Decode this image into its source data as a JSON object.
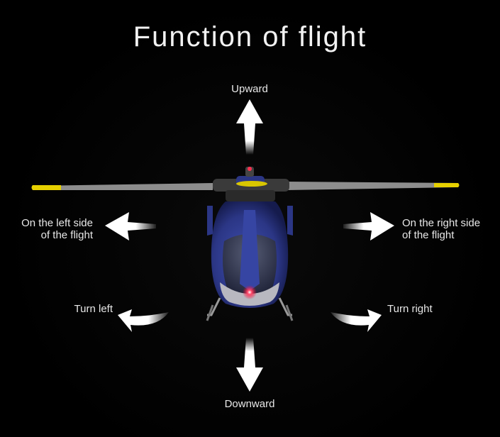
{
  "title": "Function of flight",
  "labels": {
    "upward": "Upward",
    "downward": "Downward",
    "left_side_line1": "On the left side",
    "left_side_line2": "of the flight",
    "right_side_line1": "On the right side",
    "right_side_line2": "of the flight",
    "turn_left": "Turn left",
    "turn_right": "Turn right"
  },
  "colors": {
    "background": "#000000",
    "fuselage": "#2d3a8c",
    "blade": "#9a9a9a",
    "blade_tip": "#e6d000",
    "arrow": "#ffffff"
  },
  "icons": [
    "up-arrow-icon",
    "down-arrow-icon",
    "left-arrow-icon",
    "right-arrow-icon",
    "turn-left-arrow-icon",
    "turn-right-arrow-icon",
    "helicopter-image"
  ]
}
